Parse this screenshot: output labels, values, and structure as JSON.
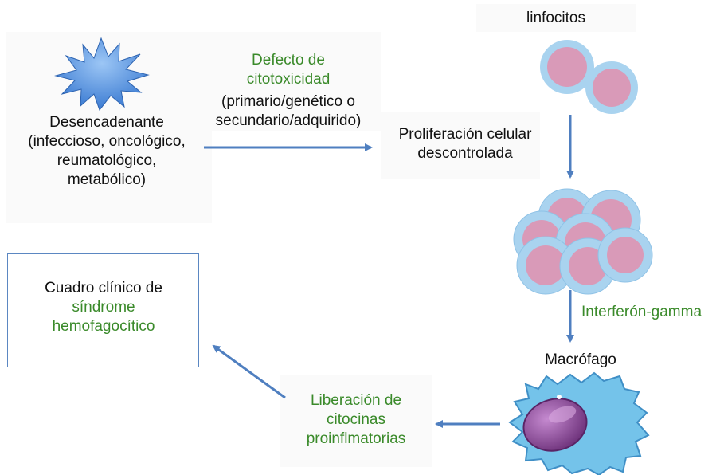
{
  "nodes": {
    "trigger": {
      "title": "Desencadenante",
      "detail_lines": [
        "(infeccioso, oncológico,",
        "reumatológico,",
        "metabólico)"
      ]
    },
    "defect": {
      "label_lines": [
        "Defecto de",
        "citotoxicidad"
      ],
      "detail_lines": [
        "(primario/genético o",
        "secundario/adquirido)"
      ]
    },
    "lymphocytes": {
      "label": "linfocitos"
    },
    "proliferation": {
      "label_lines": [
        "Proliferación celular",
        "descontrolada"
      ]
    },
    "interferon": {
      "label": "Interferón-gamma"
    },
    "macrophage": {
      "label": "Macrófago"
    },
    "cytokines": {
      "label_lines": [
        "Liberación de",
        "citocinas",
        "proinflmatorias"
      ]
    },
    "outcome": {
      "prefix": "Cuadro clínico de",
      "highlight_lines": [
        "síndrome",
        "hemofagocítico"
      ]
    }
  },
  "colors": {
    "arrow": "#4f7fc0",
    "highlight_text": "#3a8a2a",
    "cell_outer": "#a9d3ef",
    "cell_inner": "#d99ab8",
    "macrophage_body": "#74c3ea",
    "macrophage_nucleus": "#8b4f96",
    "starburst": "#4a8ad8"
  },
  "icons": [
    "starburst-icon",
    "lymphocyte-icon",
    "lymphocyte-cluster-icon",
    "macrophage-icon"
  ]
}
